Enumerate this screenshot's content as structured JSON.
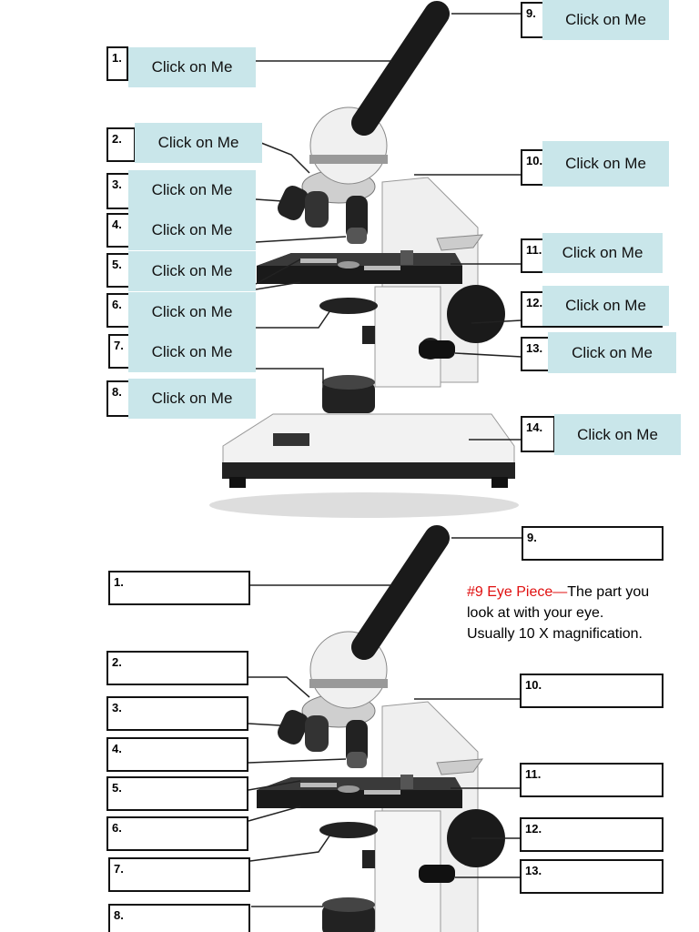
{
  "labels": [
    "1.",
    "2.",
    "3.",
    "4.",
    "5.",
    "6.",
    "7.",
    "8.",
    "9.",
    "10.",
    "11.",
    "12.",
    "13.",
    "14."
  ],
  "button_label": "Click on Me",
  "description": {
    "title": "#9 Eye Piece—",
    "line1": "The part you",
    "line2": "look at with your eye.",
    "line3": "Usually 10 X magnification."
  },
  "colors": {
    "button_bg": "#c9e6ea",
    "highlight": "#e01010"
  }
}
